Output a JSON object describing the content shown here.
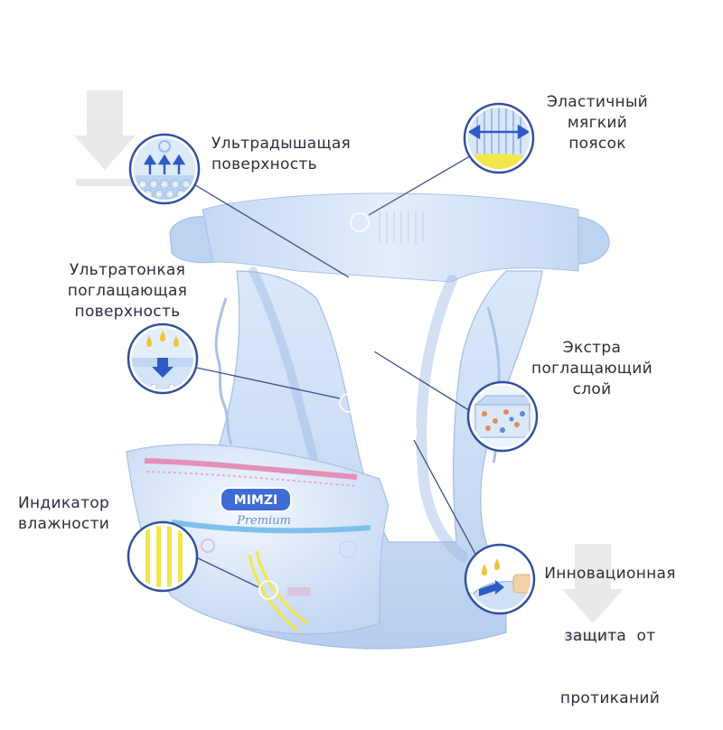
{
  "features": [
    {
      "id": "breathable",
      "lines": [
        "Ультрадышащая",
        "поверхность"
      ]
    },
    {
      "id": "waistband",
      "lines": [
        "Эластичный",
        "мягкий",
        "поясок"
      ]
    },
    {
      "id": "thin_absorbent",
      "lines": [
        "Ультратонкая",
        "поглащающая",
        "поверхность"
      ]
    },
    {
      "id": "extra_layer",
      "lines": [
        "Экстра",
        "поглащающий",
        "слой"
      ]
    },
    {
      "id": "wetness_indicator",
      "lines": [
        "Индикатор",
        "влажности"
      ]
    },
    {
      "id": "leak_guard",
      "lines": [
        "Инновационная",
        "защита  от",
        "протиканий"
      ]
    }
  ],
  "product": {
    "brand": "MIMZI",
    "line": "Premium"
  },
  "colors": {
    "line": "#3a4f8a",
    "ring": "#2f4fa0",
    "diaper": "#cfe0f6",
    "diaper_dark": "#a9c3ea",
    "pink": "#e58fb8",
    "blue_band": "#7fc0ea",
    "yellow": "#f3e64a"
  }
}
